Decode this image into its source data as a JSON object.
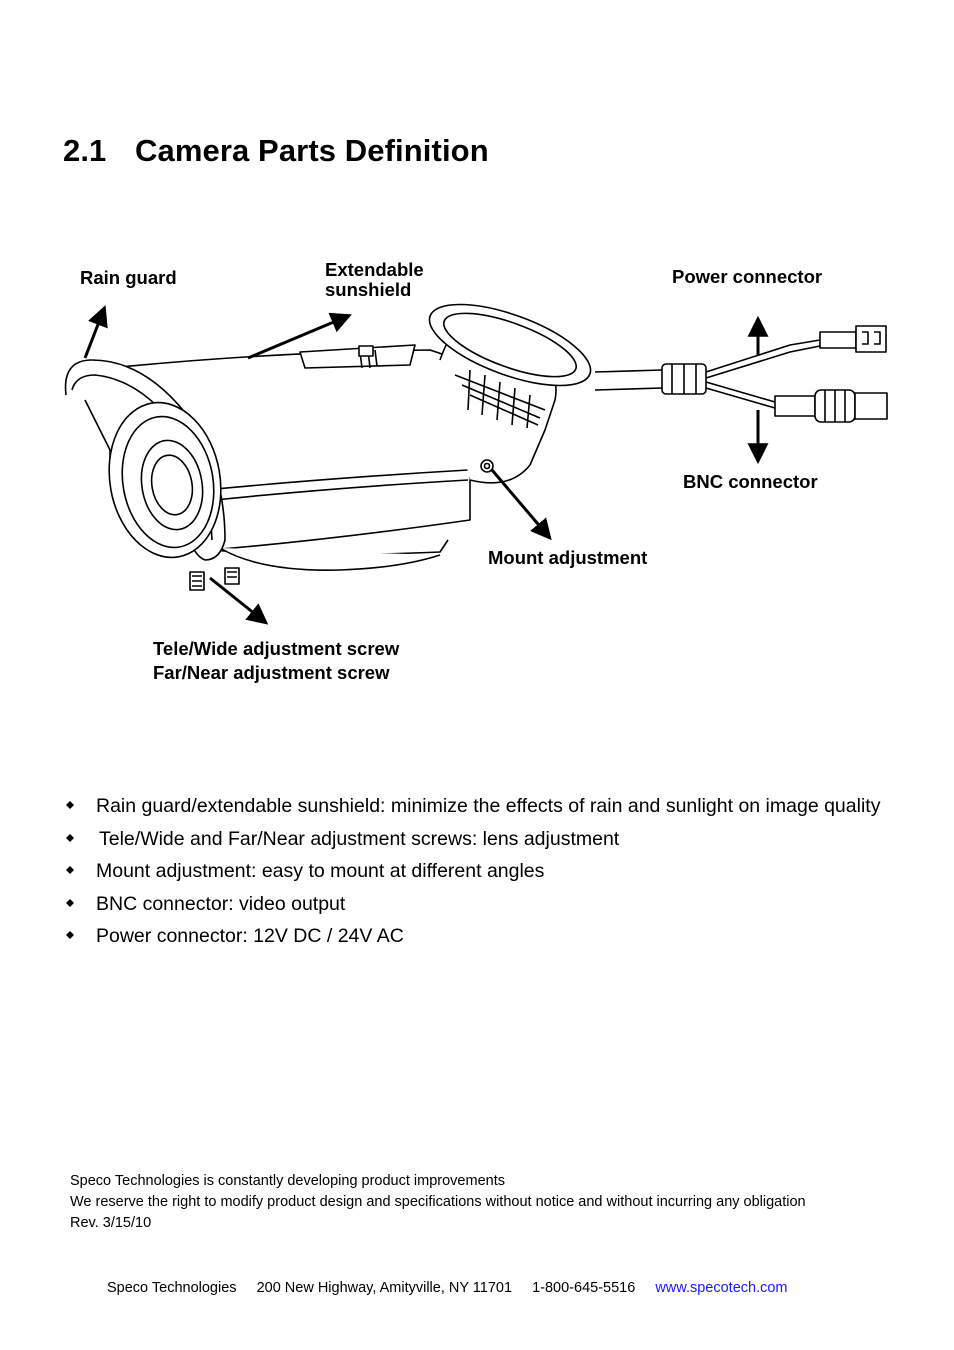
{
  "heading": {
    "number": "2.1",
    "title": "Camera Parts Definition"
  },
  "diagram": {
    "labels": {
      "rain_guard": "Rain guard",
      "sunshield_line1": "Extendable",
      "sunshield_line2": "sunshield",
      "power_connector": "Power connector",
      "bnc_connector": "BNC connector",
      "mount_adjustment": "Mount adjustment",
      "screw_line1": "Tele/Wide adjustment screw",
      "screw_line2": "Far/Near adjustment screw"
    }
  },
  "bullets": [
    "Rain guard/extendable sunshield: minimize the effects of rain and sunlight on image quality",
    "Tele/Wide and Far/Near adjustment screws: lens adjustment",
    "Mount adjustment: easy to mount at different angles",
    "BNC connector: video output",
    "Power connector: 12V DC / 24V AC"
  ],
  "footnote": {
    "line1": "Speco Technologies is constantly developing product improvements",
    "line2": "We reserve the right to modify product design and specifications without notice and without incurring any obligation",
    "line3": "Rev. 3/15/10"
  },
  "footer": {
    "company": "Speco Technologies",
    "address": "200 New Highway, Amityville, NY 11701",
    "phone": "1-800-645-5516",
    "website": "www.specotech.com"
  }
}
